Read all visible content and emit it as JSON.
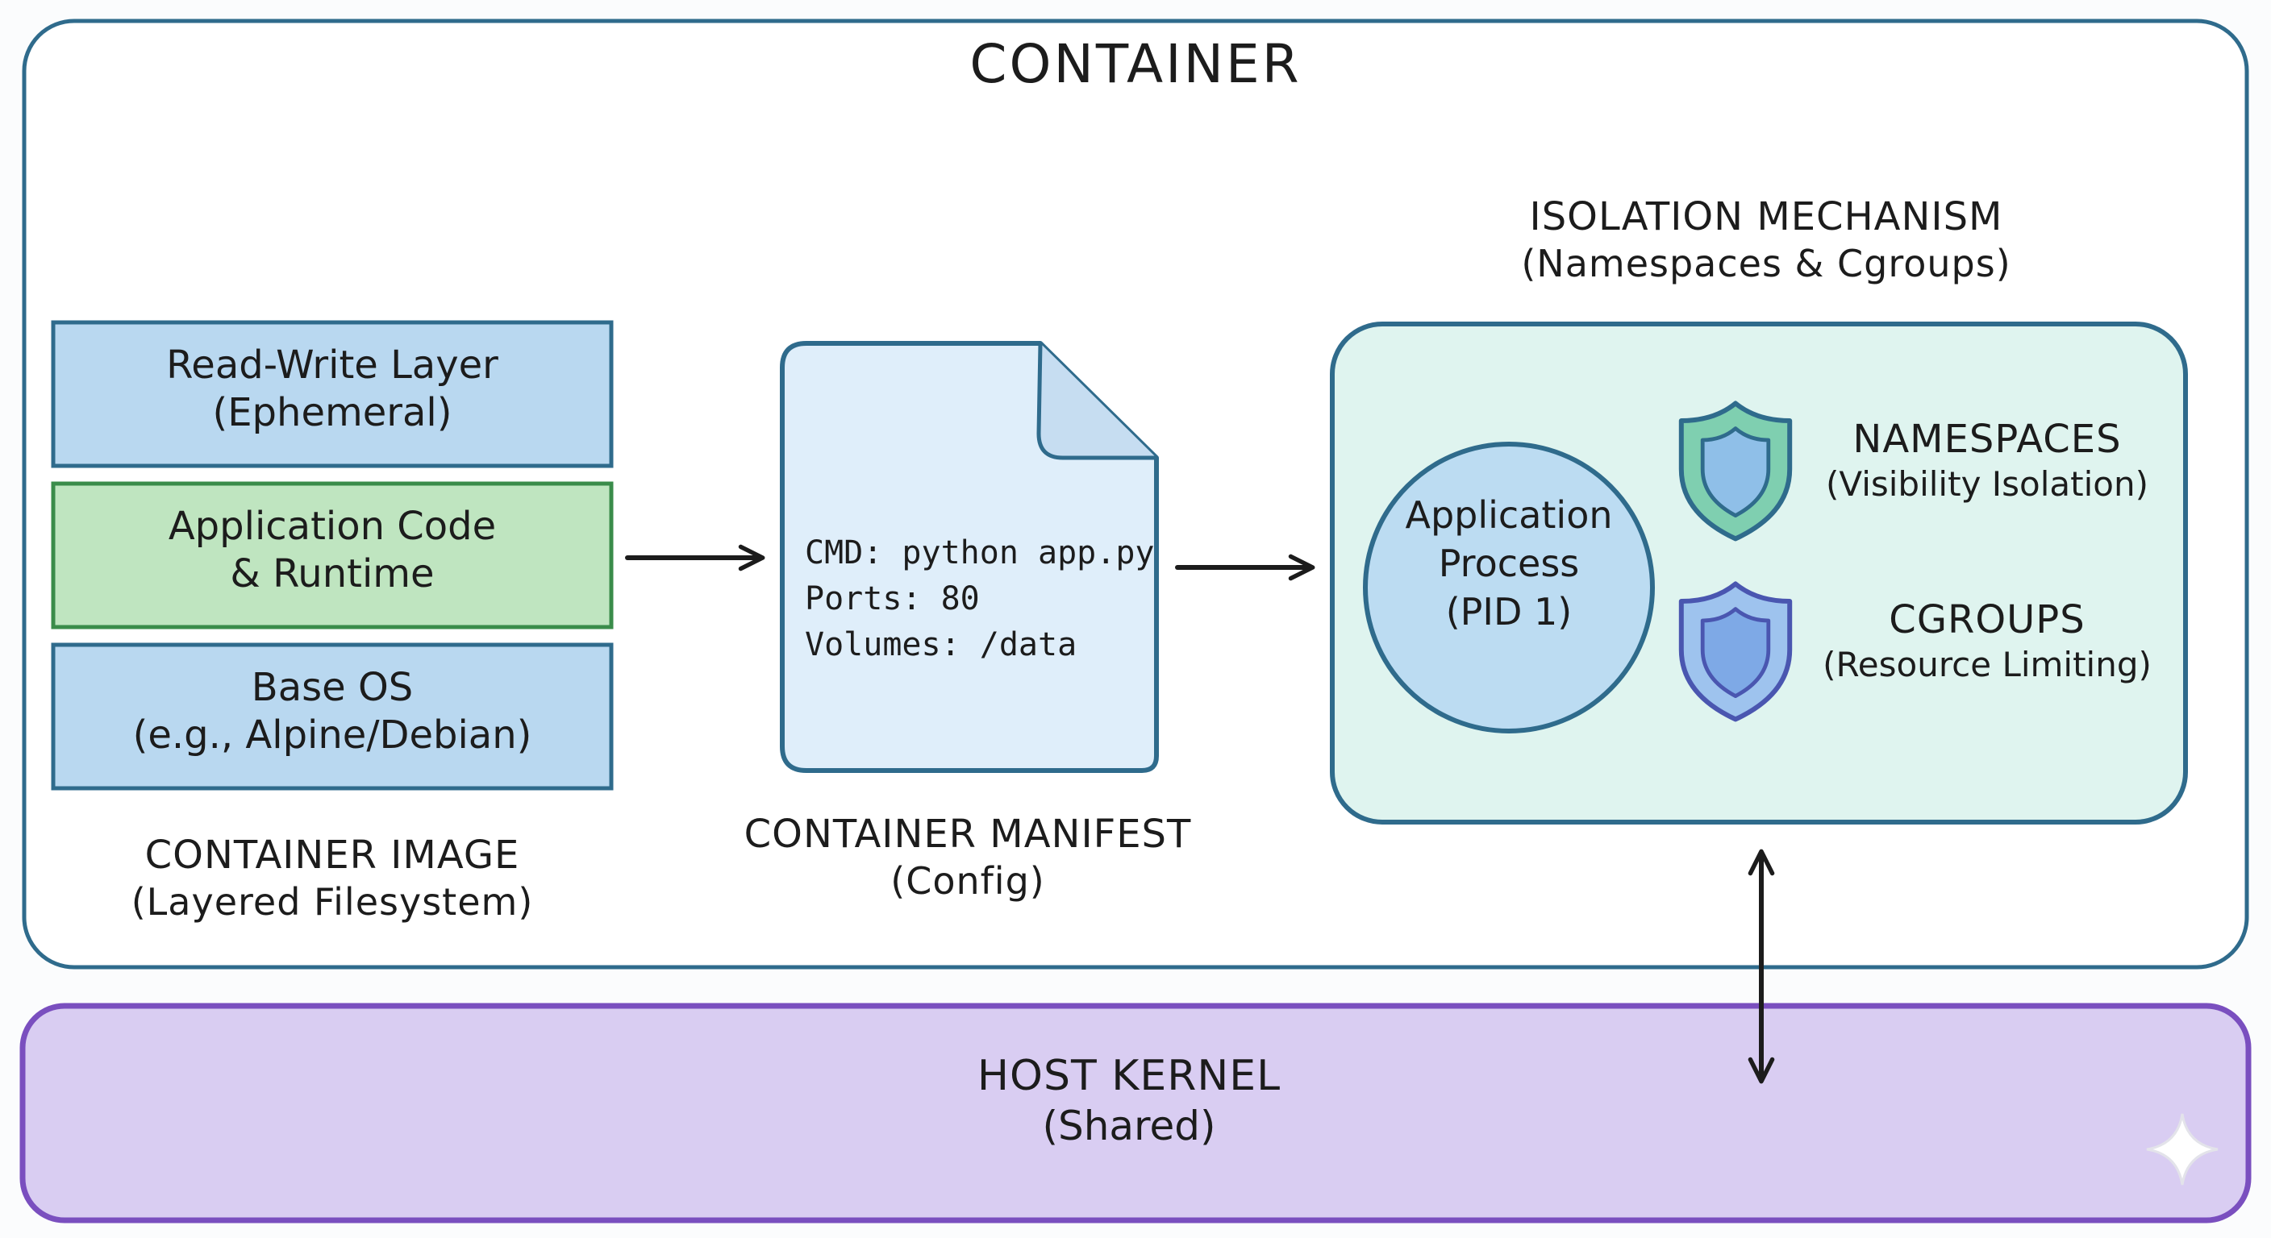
{
  "title": "CONTAINER",
  "image": {
    "layers": [
      {
        "line1": "Read-Write Layer",
        "line2": "(Ephemeral)"
      },
      {
        "line1": "Application Code",
        "line2": "& Runtime"
      },
      {
        "line1": "Base OS",
        "line2": "(e.g., Alpine/Debian)"
      }
    ],
    "label": "CONTAINER IMAGE",
    "sublabel": "(Layered Filesystem)"
  },
  "manifest": {
    "lines": [
      "CMD: python app.py",
      "Ports: 80",
      "Volumes: /data"
    ],
    "label": "CONTAINER MANIFEST",
    "sublabel": "(Config)"
  },
  "isolation": {
    "label": "ISOLATION MECHANISM",
    "sublabel": "(Namespaces & Cgroups)",
    "process": {
      "line1": "Application",
      "line2": "Process",
      "line3": "(PID 1)"
    },
    "namespaces": {
      "label": "NAMESPACES",
      "sublabel": "(Visibility Isolation)"
    },
    "cgroups": {
      "label": "CGROUPS",
      "sublabel": "(Resource Limiting)"
    }
  },
  "kernel": {
    "label": "HOST KERNEL",
    "sublabel": "(Shared)"
  },
  "colors": {
    "container_stroke": "#2f6b8c",
    "layer_blue_fill": "#b9d8f0",
    "layer_green_fill": "#bfe5c0",
    "layer_green_stroke": "#3a8c4a",
    "manifest_fill": "#dfeefa",
    "isolation_fill": "#dff4ef",
    "process_fill": "#bcdcf2",
    "shield_green": "#7fcfb0",
    "shield_blue": "#9ec3ee",
    "kernel_fill": "#d9cdf2",
    "kernel_stroke": "#7a4fbf"
  }
}
